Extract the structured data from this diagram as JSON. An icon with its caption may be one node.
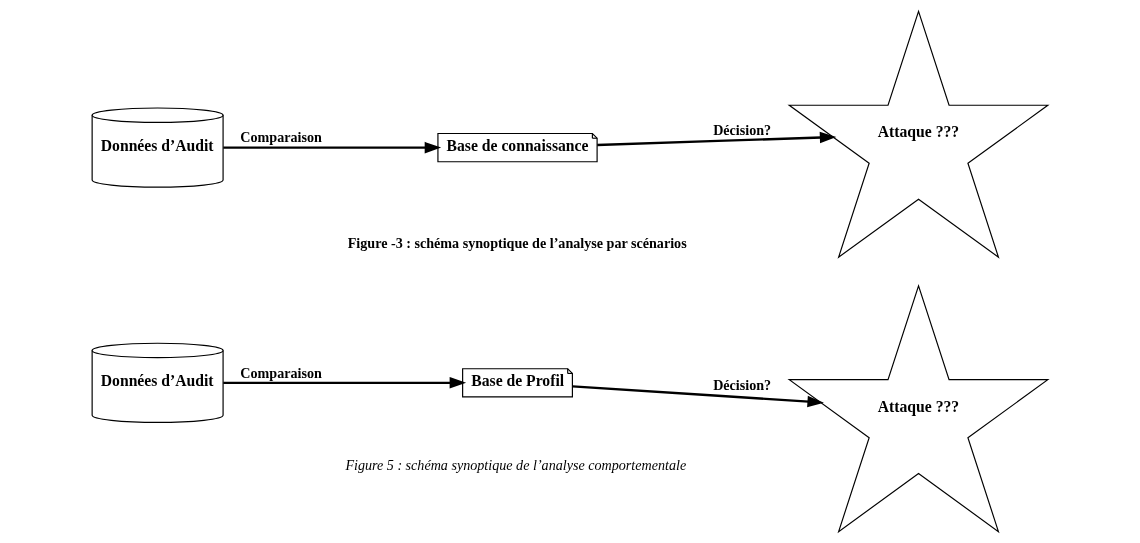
{
  "diagram": {
    "nodes": [
      {
        "text": [
          "Données d’Audit"
        ]
      },
      {
        "text": [
          "Base de connaissance"
        ]
      },
      {
        "text": [
          "Attaque ???"
        ]
      },
      {
        "text": [
          "Données d’Audit"
        ]
      },
      {
        "text": [
          "Base de Profil"
        ]
      },
      {
        "text": [
          "Attaque ???"
        ]
      }
    ],
    "edges": [
      {
        "from": 0,
        "to": 1,
        "arrow": "to",
        "label": "Comparaison"
      },
      {
        "from": 1,
        "to": 2,
        "arrow": "to",
        "label": "Décision?"
      },
      {
        "from": 3,
        "to": 4,
        "arrow": "to",
        "label": "Comparaison"
      },
      {
        "from": 4,
        "to": 5,
        "arrow": "to",
        "label": "Décision?"
      }
    ],
    "labels": [
      "Figure -3 : schéma synoptique de l’analyse par scénarios",
      "Figure 5 : schéma synoptique de l’analyse comportementale"
    ]
  }
}
